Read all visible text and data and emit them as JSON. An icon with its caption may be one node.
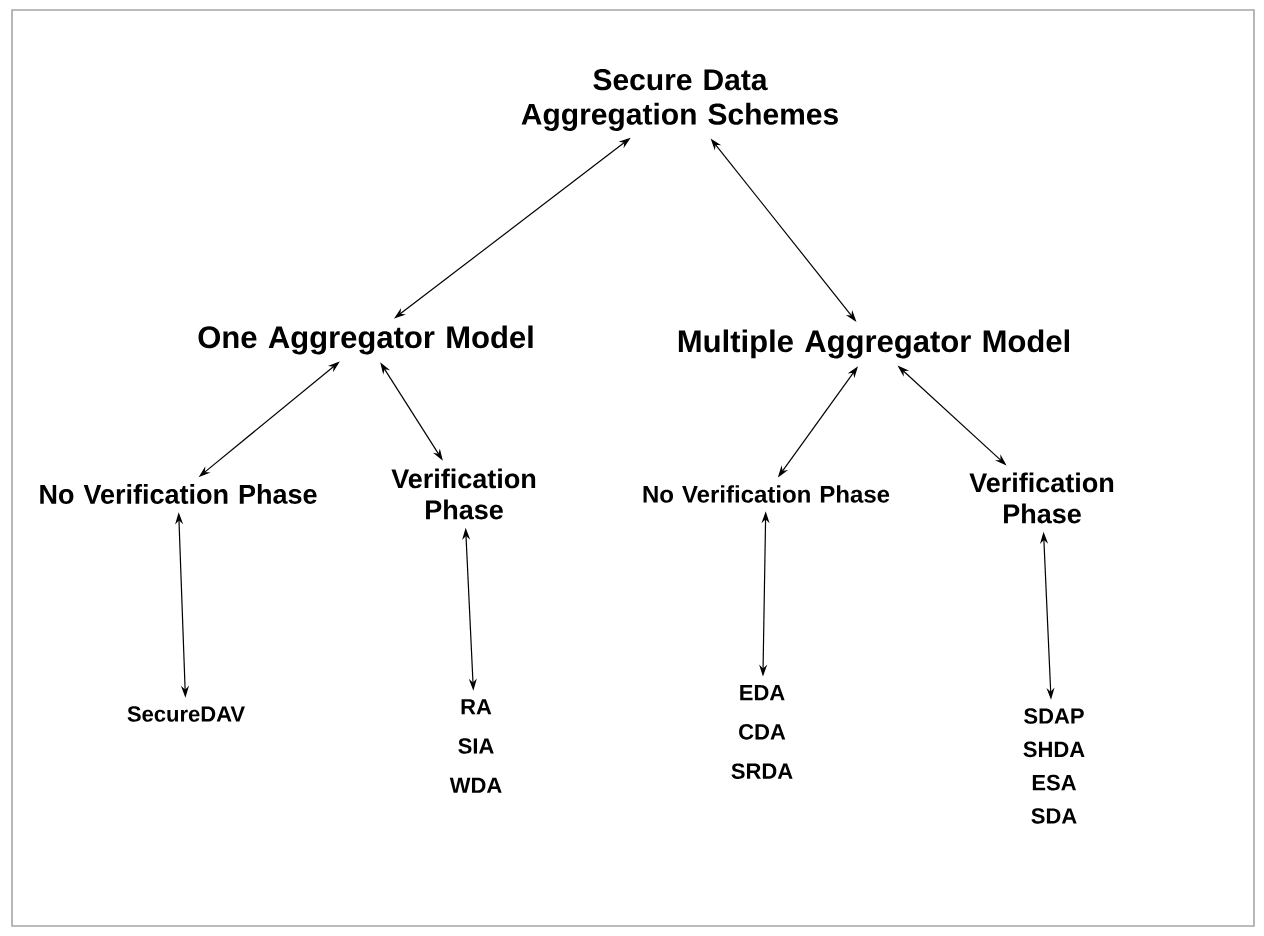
{
  "diagram": {
    "nodes": [
      {
        "text": [
          "Secure Data Aggregation Schemes"
        ]
      },
      {
        "text": [
          "One Aggregator Model"
        ]
      },
      {
        "text": [
          "Multiple Aggregator Model"
        ]
      },
      {
        "text": [
          "No Verification Phase"
        ]
      },
      {
        "text": [
          "Verification Phase"
        ]
      },
      {
        "text": [
          "No Verification Phase"
        ]
      },
      {
        "text": [
          "Verification Phase"
        ]
      },
      {
        "text": [
          "SecureDAV"
        ]
      },
      {
        "text": [
          "RA",
          "SIA",
          "WDA"
        ]
      },
      {
        "text": [
          "EDA",
          "CDA",
          "SRDA"
        ]
      },
      {
        "text": [
          "SDAP",
          "SHDA",
          "ESA",
          "SDA"
        ]
      }
    ],
    "edges": [
      {
        "from": 0,
        "to": 1,
        "arrow": "both"
      },
      {
        "from": 0,
        "to": 2,
        "arrow": "both"
      },
      {
        "from": 1,
        "to": 3,
        "arrow": "both"
      },
      {
        "from": 1,
        "to": 4,
        "arrow": "both"
      },
      {
        "from": 2,
        "to": 5,
        "arrow": "both"
      },
      {
        "from": 2,
        "to": 6,
        "arrow": "both"
      },
      {
        "from": 3,
        "to": 7,
        "arrow": "both"
      },
      {
        "from": 4,
        "to": 8,
        "arrow": "both"
      },
      {
        "from": 5,
        "to": 9,
        "arrow": "both"
      },
      {
        "from": 6,
        "to": 10,
        "arrow": "both"
      }
    ]
  }
}
